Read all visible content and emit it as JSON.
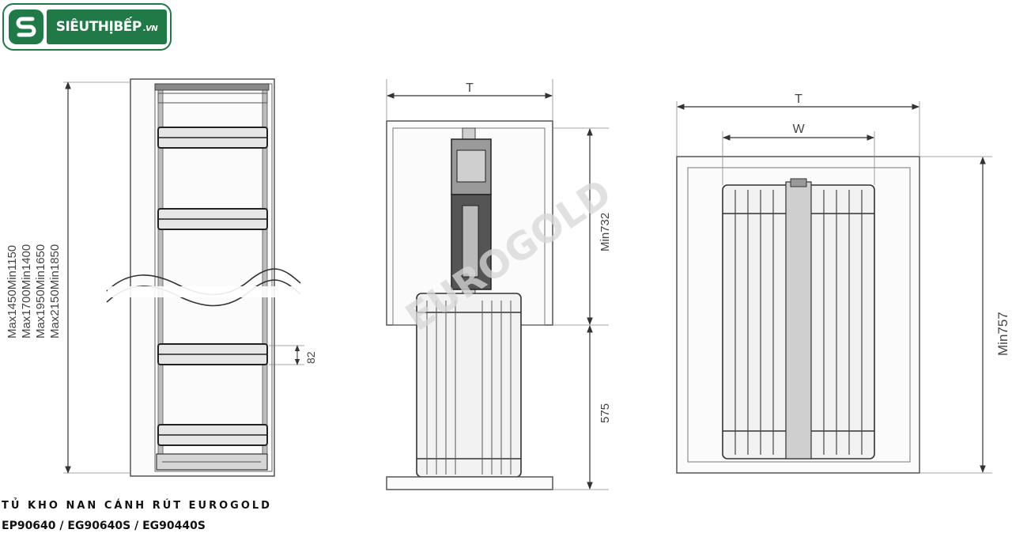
{
  "logo": {
    "text": "SIÊUTHỊBẾP",
    "suffix": ".VN"
  },
  "watermark": "EUROGOLD",
  "view1": {
    "heights": [
      "Max1450Min1150",
      "Max1700Min1400",
      "Max1950Min1650",
      "Max2150Min1850"
    ],
    "shelf_gap": "82"
  },
  "view2": {
    "top_label": "T",
    "upper_height": "Min732",
    "lower_height": "575"
  },
  "view3": {
    "outer_width": "T",
    "inner_width": "W",
    "height": "Min757"
  },
  "caption": {
    "title": "TỦ KHO NAN CÁNH RÚT EUROGOLD",
    "models": "EP90640 / EG90640S / EG90440S"
  },
  "colors": {
    "brand": "#1f7a48",
    "line": "#555555",
    "frame": "#333333"
  }
}
